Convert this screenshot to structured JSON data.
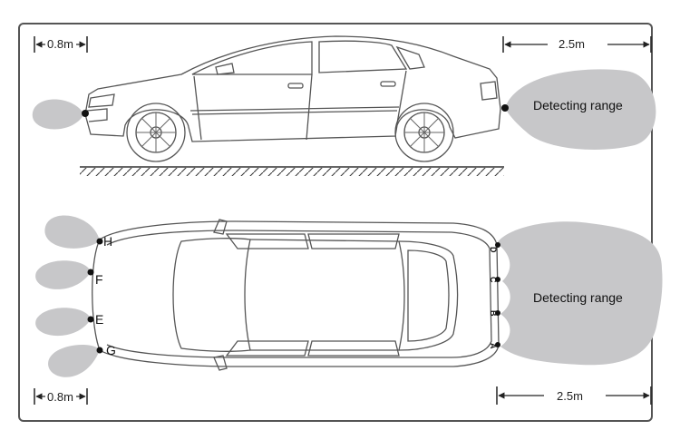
{
  "dimensions": {
    "front_top": "0.8m",
    "rear_top": "2.5m",
    "front_bottom": "0.8m",
    "rear_bottom": "2.5m"
  },
  "ranges": {
    "side_view_label": "Detecting range",
    "top_view_label": "Detecting range"
  },
  "sensors": {
    "front": [
      "H",
      "F",
      "E",
      "G"
    ],
    "rear": [
      "D",
      "C",
      "B",
      "A"
    ]
  },
  "colors": {
    "range_fill": "#c7c7c9",
    "outline": "#555555"
  }
}
